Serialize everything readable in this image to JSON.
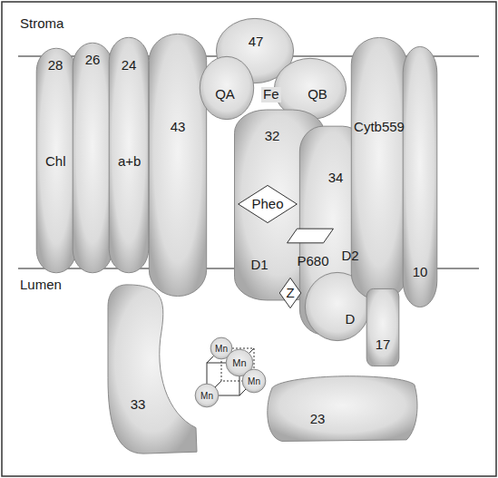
{
  "diagram": {
    "nodes": [
      {
        "text": [
          "28"
        ]
      },
      {
        "text": [
          "26"
        ]
      },
      {
        "text": [
          "24"
        ]
      },
      {
        "text": [
          "43"
        ]
      },
      {
        "text": [
          "47"
        ]
      },
      {
        "text": [
          "QA"
        ]
      },
      {
        "text": [
          "QB"
        ]
      },
      {
        "text": [
          "32",
          "D1"
        ]
      },
      {
        "text": [
          "Pheo"
        ],
        "in": 7
      },
      {
        "text": [
          "34",
          "D2"
        ]
      },
      {
        "text": [
          "P680"
        ]
      },
      {
        "text": [
          "Z"
        ]
      },
      {
        "text": [
          "D"
        ]
      },
      {
        "text": [
          "Cytb559"
        ]
      },
      {
        "text": [
          "10"
        ]
      },
      {
        "text": [
          "17"
        ]
      },
      {
        "text": [
          "33"
        ]
      },
      {
        "text": [
          "23"
        ]
      },
      {
        "text": [
          "Mn"
        ]
      },
      {
        "text": [
          "Mn"
        ]
      },
      {
        "text": [
          "Mn"
        ]
      },
      {
        "text": [
          "Mn"
        ]
      }
    ],
    "labels": [
      "Stroma",
      "Lumen",
      "Chl",
      "a+b",
      "Fe"
    ]
  }
}
